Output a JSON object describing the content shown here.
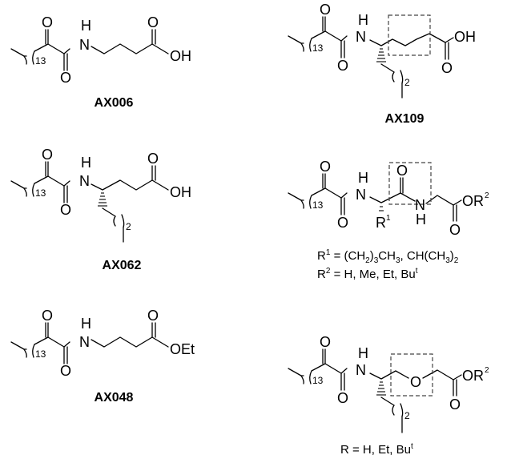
{
  "compounds": [
    {
      "id": "AX006",
      "label": "AX006",
      "repeat_subscript": "13",
      "end_group": "OH",
      "atoms": {
        "ketone_o": "O",
        "amide_o": "O",
        "nh_n": "N",
        "nh_h": "H",
        "acid_o": "O"
      }
    },
    {
      "id": "AX109",
      "label": "AX109",
      "repeat_subscript": "13",
      "side_chain_subscript": "2",
      "end_group": "OH",
      "atoms": {
        "ketone_o": "O",
        "amide_o": "O",
        "nh_n": "N",
        "nh_h": "H",
        "acid_o": "O"
      },
      "highlight": "dashed-box"
    },
    {
      "id": "AX062",
      "label": "AX062",
      "repeat_subscript": "13",
      "side_chain_subscript": "2",
      "end_group": "OH",
      "atoms": {
        "ketone_o": "O",
        "amide_o": "O",
        "nh_n": "N",
        "nh_h": "H",
        "acid_o": "O"
      }
    },
    {
      "id": "peptide-analog",
      "label": "",
      "repeat_subscript": "13",
      "end_group": "OR",
      "end_group_sup": "2",
      "r1_label": "R",
      "r1_sup": "1",
      "atoms": {
        "ketone_o": "O",
        "amide_o": "O",
        "nh_n": "N",
        "nh_h": "H",
        "box_o": "O",
        "box_n": "N",
        "box_h": "H",
        "ester_o": "O"
      },
      "highlight": "dashed-box",
      "notes": [
        {
          "prefix": "R",
          "sup": "1",
          "text": " = (CH",
          "sub1": "2",
          "text2": ")",
          "sub2": "3",
          "text3": "CH",
          "sub3": "3",
          "text4": ", CH(CH",
          "sub4": "3",
          "text5": ")",
          "sub5": "2"
        },
        {
          "prefix": "R",
          "sup": "2",
          "text": " = H, Me, Et, Bu",
          "tsup": "t"
        }
      ]
    },
    {
      "id": "AX048",
      "label": "AX048",
      "repeat_subscript": "13",
      "end_group": "OEt",
      "atoms": {
        "ketone_o": "O",
        "amide_o": "O",
        "nh_n": "N",
        "nh_h": "H",
        "acid_o": "O"
      }
    },
    {
      "id": "ether-analog",
      "label": "",
      "repeat_subscript": "13",
      "side_chain_subscript": "2",
      "end_group": "OR",
      "end_group_sup": "2",
      "atoms": {
        "ketone_o": "O",
        "amide_o": "O",
        "nh_n": "N",
        "nh_h": "H",
        "ether_o": "O",
        "ester_o": "O"
      },
      "highlight": "dashed-box",
      "notes": [
        {
          "prefix": "R = H, Et, Bu",
          "tsup": "t"
        }
      ]
    }
  ]
}
